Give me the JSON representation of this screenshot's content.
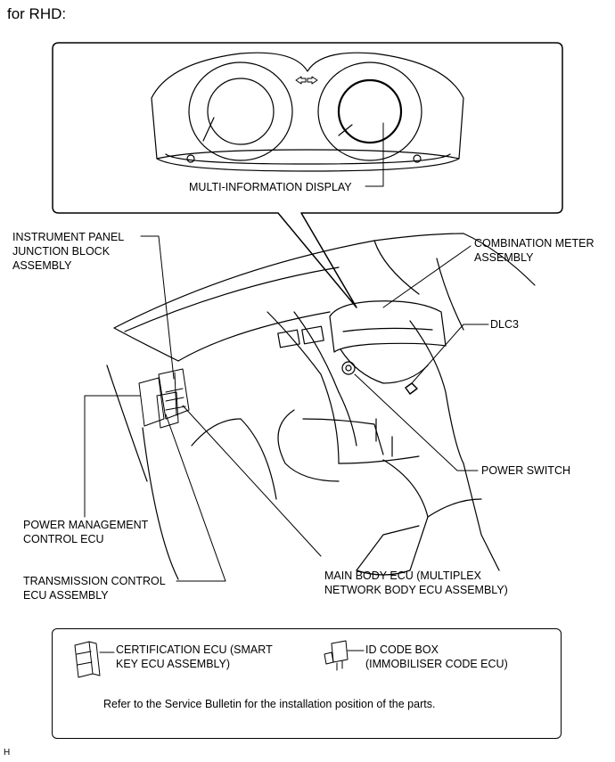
{
  "title": "for RHD:",
  "labels": {
    "multi_info_display": "MULTI-INFORMATION DISPLAY",
    "instrument_panel_jb": [
      "INSTRUMENT PANEL",
      "JUNCTION BLOCK",
      "ASSEMBLY"
    ],
    "combination_meter": [
      "COMBINATION METER",
      "ASSEMBLY"
    ],
    "dlc3": "DLC3",
    "power_switch": "POWER SWITCH",
    "power_management_ecu": [
      "POWER MANAGEMENT",
      "CONTROL ECU"
    ],
    "transmission_ecu": [
      "TRANSMISSION CONTROL",
      "ECU ASSEMBLY"
    ],
    "main_body_ecu": [
      "MAIN BODY ECU (MULTIPLEX",
      "NETWORK BODY ECU ASSEMBLY)"
    ]
  },
  "legend": {
    "certification_ecu": [
      "CERTIFICATION ECU (SMART",
      "KEY ECU ASSEMBLY)"
    ],
    "id_code_box": [
      "ID CODE BOX",
      "(IMMOBILISER CODE ECU)"
    ],
    "note": "Refer to the Service Bulletin for the installation position of the parts."
  },
  "footer_mark": "H"
}
